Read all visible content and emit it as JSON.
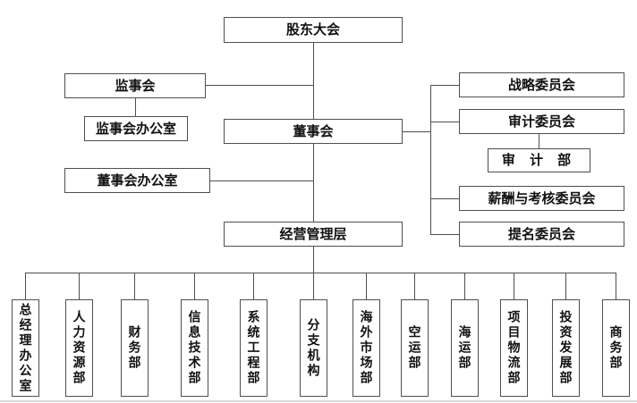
{
  "colors": {
    "line": "#4f4f4f",
    "background": "#ffffff",
    "text": "#111111"
  },
  "nodes": {
    "shareholders_meeting": "股东大会",
    "supervisory_board": "监事会",
    "supervisory_board_office": "监事会办公室",
    "board_of_directors": "董事会",
    "board_office": "董事会办公室",
    "strategy_committee": "战略委员会",
    "audit_committee": "审计委员会",
    "audit_department": "审 计 部",
    "compensation_appraisal_committee": "薪酬与考核委员会",
    "nomination_committee": "提名委员会",
    "management_level": "经营管理层"
  },
  "departments": [
    {
      "label": "总经理办公室"
    },
    {
      "label": "人力资源部"
    },
    {
      "label": "财务部"
    },
    {
      "label": "信息技术部"
    },
    {
      "label": "系统工程部"
    },
    {
      "label": "分支机构"
    },
    {
      "label": "海外市场部"
    },
    {
      "label": "空运部"
    },
    {
      "label": "海运部"
    },
    {
      "label": "项目物流部"
    },
    {
      "label": "投资发展部"
    },
    {
      "label": "商务部"
    }
  ]
}
